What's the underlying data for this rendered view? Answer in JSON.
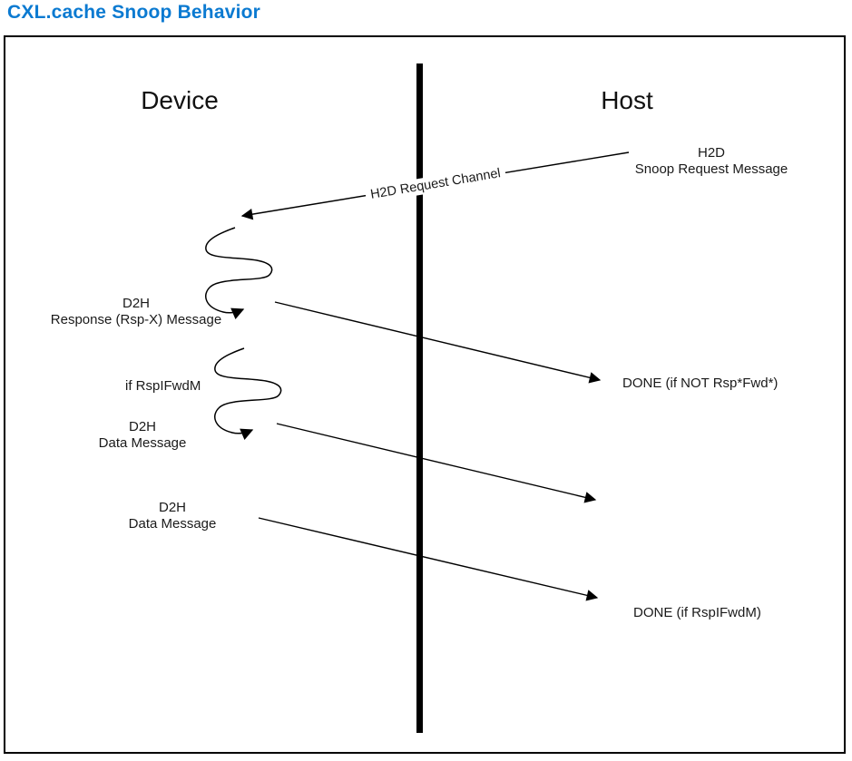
{
  "title": "CXL.cache Snoop Behavior",
  "diagram": {
    "device_label": "Device",
    "host_label": "Host",
    "h2d_snoop": {
      "line1": "H2D",
      "line2": "Snoop Request Message"
    },
    "h2d_channel_label": "H2D Request Channel",
    "d2h_response": {
      "line1": "D2H",
      "line2": "Response (Rsp-X) Message"
    },
    "done_not_rspfwd": "DONE (if NOT Rsp*Fwd*)",
    "if_rspifwdm": "if RspIFwdM",
    "d2h_data_1": {
      "line1": "D2H",
      "line2": "Data Message"
    },
    "d2h_data_2": {
      "line1": "D2H",
      "line2": "Data Message"
    },
    "done_rspifwdm": "DONE (if RspIFwdM)",
    "colors": {
      "title_blue": "#0b7ad1",
      "line_black": "#000000"
    }
  }
}
